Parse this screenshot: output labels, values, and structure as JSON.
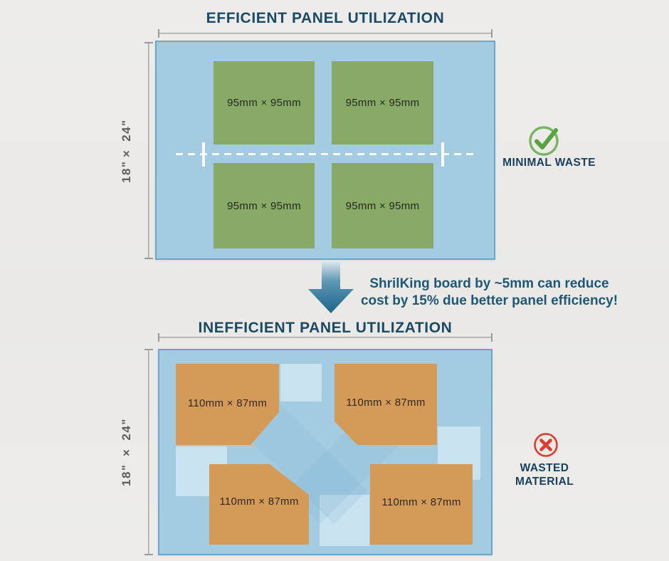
{
  "top_section": {
    "title": "EFFICIENT PANEL UTILIZATION",
    "dimension_label": "18\"× 24\"",
    "panels": [
      {
        "label": "95mm × 95mm"
      },
      {
        "label": "95mm × 95mm"
      },
      {
        "label": "95mm × 95mm"
      },
      {
        "label": "95mm × 95mm"
      }
    ],
    "badge": {
      "icon": "check-circle-icon",
      "label": "MINIMAL WASTE"
    }
  },
  "note": {
    "icon": "down-arrow-icon",
    "text": "ShrilKing board by ~5mm can reduce cost by 15% due better panel efficiency!"
  },
  "bottom_section": {
    "title": "INEFFICIENT PANEL UTILIZATION",
    "dimension_label": "18\" × 24\"",
    "panels": [
      {
        "label": "110mm × 87mm"
      },
      {
        "label": "110mm × 87mm"
      },
      {
        "label": "110mm × 87mm"
      },
      {
        "label": "110mm × 87mm"
      }
    ],
    "badge": {
      "icon": "x-circle-icon",
      "label": "WASTED MATERIAL"
    }
  },
  "colors": {
    "background": "#eceae7",
    "title_navy": "#1b4a66",
    "board_fill": "#a3cce2",
    "board_border": "#69a8c9",
    "panel_green": "#88aa66",
    "panel_orange": "#d49a58",
    "waste_patch": "#c8e2f0",
    "check_green": "#58a244",
    "cross_red": "#e23b2e",
    "arrow_teal": "#1b648c"
  }
}
